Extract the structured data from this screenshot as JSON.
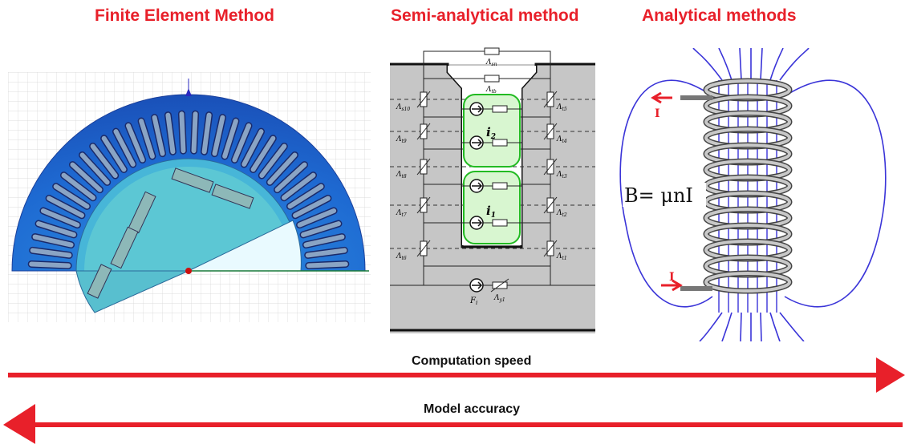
{
  "headings": {
    "fem": "Finite Element Method",
    "semi": "Semi-analytical method",
    "analytical": "Analytical methods"
  },
  "analytical": {
    "formula": "B= μnI",
    "current_top": "I",
    "current_bottom": "I"
  },
  "semi_analytical": {
    "labels": {
      "top_a": "Λ",
      "top_a_sub": "sn",
      "top_b": "Λ",
      "top_b_sub": "tb",
      "left": [
        {
          "s": "Λ",
          "sub": "s10"
        },
        {
          "s": "Λ",
          "sub": "t9"
        },
        {
          "s": "Λ",
          "sub": "t8"
        },
        {
          "s": "Λ",
          "sub": "t7"
        },
        {
          "s": "Λ",
          "sub": "t6"
        }
      ],
      "right": [
        {
          "s": "Λ",
          "sub": "t5"
        },
        {
          "s": "Λ",
          "sub": "t4"
        },
        {
          "s": "Λ",
          "sub": "t3"
        },
        {
          "s": "Λ",
          "sub": "t2"
        },
        {
          "s": "Λ",
          "sub": "t1"
        }
      ],
      "current_upper": "i",
      "current_upper_sub": "2",
      "current_lower": "i",
      "current_lower_sub": "1",
      "bottom_source": "F",
      "bottom_source_sub": "i",
      "bottom_reluctance": "Λ",
      "bottom_reluctance_sub": "y1"
    }
  },
  "arrows": {
    "speed_label": "Computation speed",
    "accuracy_label": "Model accuracy",
    "color": "#e8202a"
  }
}
